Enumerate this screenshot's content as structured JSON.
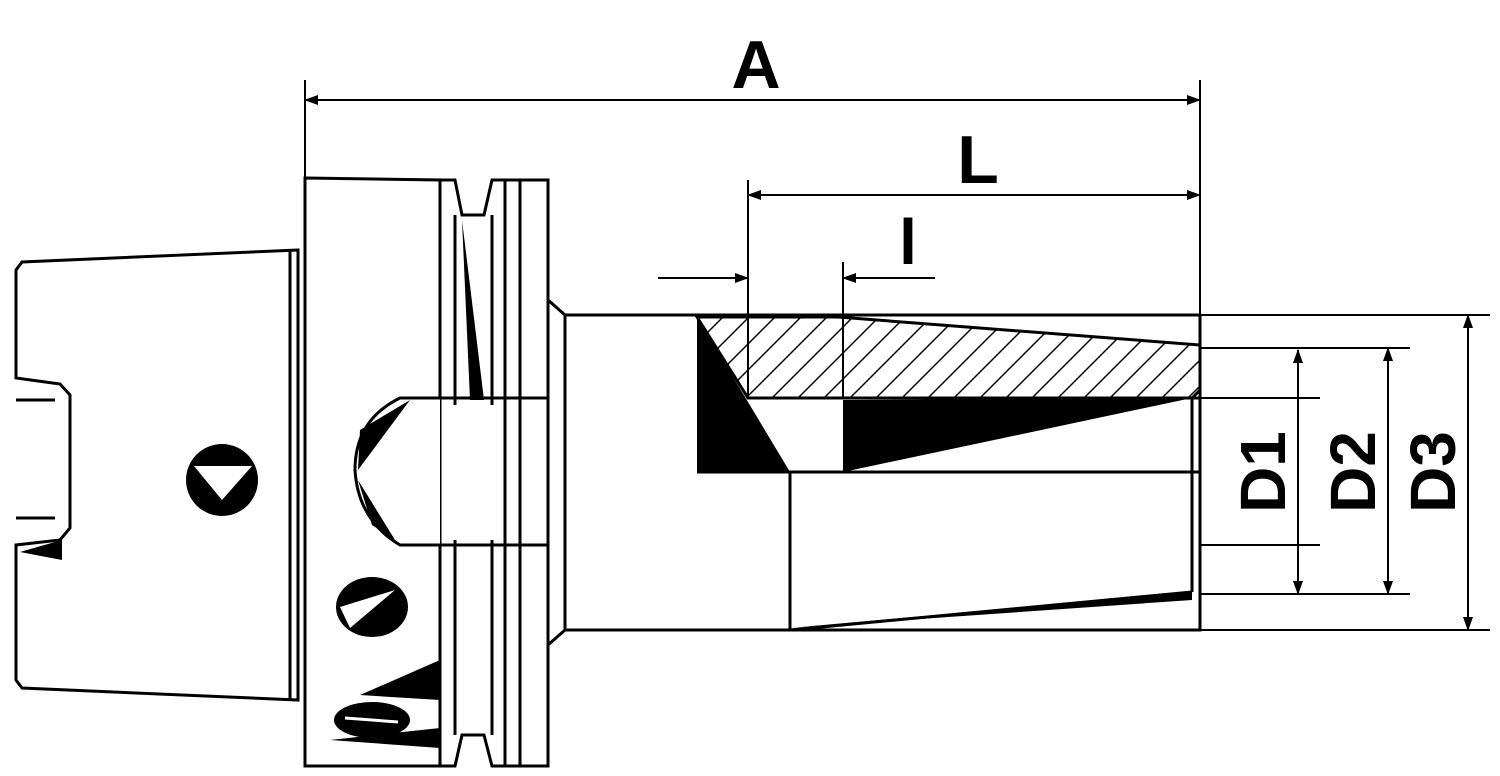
{
  "dimensions": {
    "overall_length": "A",
    "shrink_length": "L",
    "insertion_depth": "l",
    "bore_diameter": "D1",
    "mid_diameter": "D2",
    "outer_diameter": "D3"
  },
  "colors": {
    "ink": "#000000",
    "paper": "#ffffff"
  }
}
